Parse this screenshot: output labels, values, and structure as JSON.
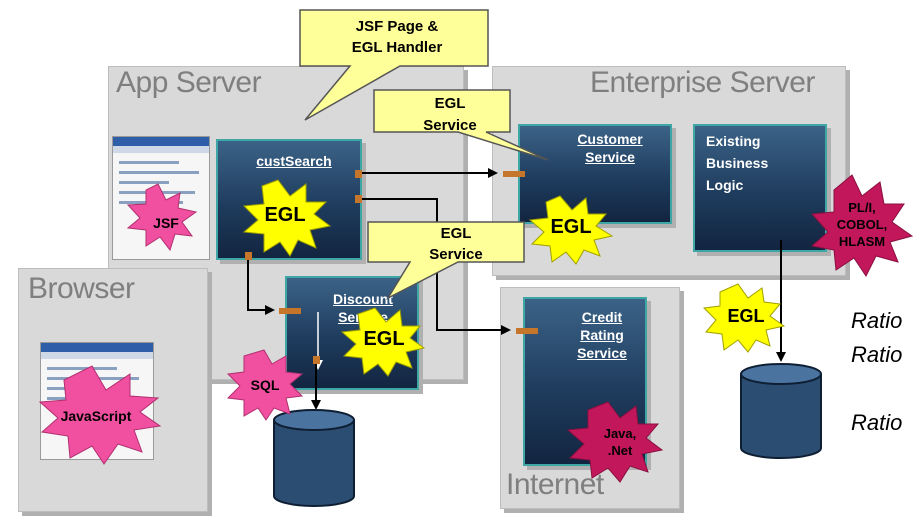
{
  "regions": {
    "app_server": "App Server",
    "enterprise_server": "Enterprise Server",
    "browser": "Browser",
    "internet": "Internet"
  },
  "boxes": {
    "cust_search": "custSearch",
    "customer_service": "Customer Service",
    "existing_logic_line1": "Existing",
    "existing_logic_line2": "Business",
    "existing_logic_line3": "Logic",
    "discount_service": "Discount Service",
    "credit_rating": "Credit Rating Service"
  },
  "callouts": {
    "jsf_page_line1": "JSF Page &",
    "jsf_page_line2": "EGL Handler",
    "egl_service_top_line1": "EGL",
    "egl_service_top_line2": "Service",
    "egl_service_mid_line1": "EGL",
    "egl_service_mid_line2": "Service"
  },
  "bursts": {
    "jsf": "JSF",
    "egl_cust_search": "EGL",
    "egl_customer_service": "EGL",
    "egl_discount": "EGL",
    "egl_right": "EGL",
    "pli_line1": "PL/I,",
    "pli_line2": "COBOL,",
    "pli_line3": "HLASM",
    "sql": "SQL",
    "javascript": "JavaScript",
    "java_line1": "Java,",
    "java_line2": ".Net"
  },
  "side_text": {
    "line1": "Ratio",
    "line2": "Ratio",
    "line3": "Ratio"
  },
  "colors": {
    "region_fill": "#d9d9d9",
    "box_fill": "#1f3c5e",
    "box_border": "#3fa6a6",
    "callout_fill": "#ffff99",
    "burst_pink": "#f14fa0",
    "burst_yellow": "#ffff00",
    "burst_magenta": "#c2185b",
    "port": "#c5762a",
    "database": "#2c4d72"
  }
}
